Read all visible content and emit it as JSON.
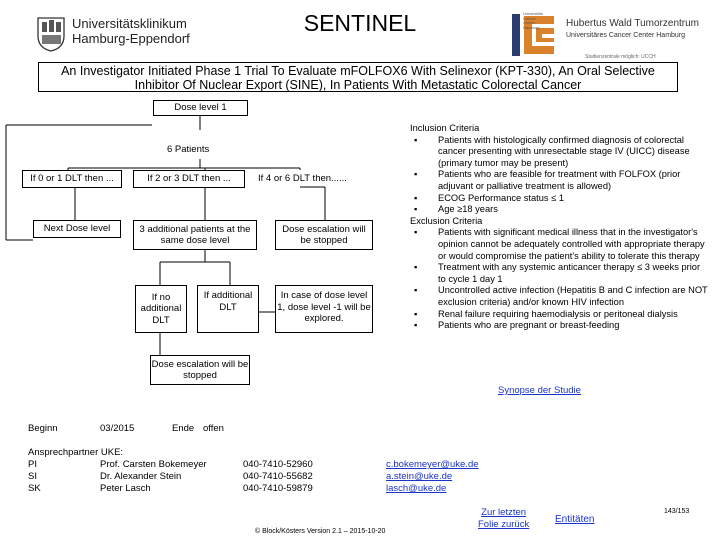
{
  "header": {
    "title": "SENTINEL",
    "left_logo_text": [
      "Universitätsklinikum",
      "Hamburg-Eppendorf"
    ],
    "right_logo_text": [
      "Hubertus Wald Tumorzentrum",
      "Universitäres Cancer Center Hamburg"
    ],
    "right_logo_small": [
      "Universitäres",
      "Cancer Center",
      "Hamburg"
    ],
    "tiny_note": "Studienzentrale möglich: UCCH",
    "subtitle": "An Investigator Initiated Phase 1 Trial To Evaluate mFOLFOX6 With Selinexor (KPT-330), An Oral Selective Inhibitor Of Nuclear Export (SINE), In Patients With Metastatic Colorectal Cancer"
  },
  "flow": {
    "dose_level": "Dose level 1",
    "six_patients": "6 Patients",
    "branch_a": "If 0 or 1 DLT then ...",
    "branch_b": "If 2 or 3 DLT then ...",
    "branch_c": "If 4 or 6 DLT then......",
    "next_dose": "Next Dose level",
    "additional": "3 additional patients at the same dose level",
    "escalation_stopped_1": "Dose escalation will be stopped",
    "if_no": "If no additional DLT",
    "if_additional": "If additional DLT",
    "in_case": "In case of dose level 1, dose level -1 will be explored.",
    "escalation_stopped_2": "Dose escalation will be stopped"
  },
  "criteria": {
    "inclusion_title": "Inclusion Criteria",
    "inclusion": [
      "Patients with histologically confirmed diagnosis of colorectal cancer presenting with unresectable stage IV (UICC) disease (primary tumor may be present)",
      "Patients who are feasible for treatment with FOLFOX (prior adjuvant or palliative treatment is allowed)",
      "ECOG Performance status ≤ 1",
      "Age ≥18 years"
    ],
    "exclusion_title": "Exclusion Criteria",
    "exclusion": [
      "Patients with significant medical illness that in the investigator's opinion cannot be adequately controlled with appropriate therapy or would compromise the patient's ability to tolerate this therapy",
      "Treatment with any systemic anticancer therapy ≤ 3 weeks prior to cycle 1 day 1",
      "Uncontrolled active infection (Hepatitis B and C infection are NOT exclusion criteria) and/or known HIV infection",
      "Renal failure requiring haemodialysis or peritoneal dialysis",
      "Patients who are pregnant or breast-feeding"
    ],
    "bullet": "▪",
    "synopsis_link": "Synopse der Studie"
  },
  "info": {
    "begin_label": "Beginn",
    "begin_value": "03/2015",
    "end_label": "Ende",
    "end_value": "offen",
    "contacts_title": "Ansprechpartner UKE:",
    "contacts": [
      {
        "role": "PI",
        "name": "Prof. Carsten Bokemeyer",
        "phone": "040-7410-52960",
        "email": "c.bokemeyer@uke.de"
      },
      {
        "role": "SI",
        "name": "Dr. Alexander Stein",
        "phone": "040-7410-55682",
        "email": "a.stein@uke.de"
      },
      {
        "role": "SK",
        "name": "Peter Lasch",
        "phone": "040-7410-59879",
        "email": "lasch@uke.de"
      }
    ]
  },
  "footer": {
    "back_link_line1": "Zur letzten",
    "back_link_line2": "Folie zurück",
    "entities_link": "Entitäten",
    "page": "143/153",
    "copyright": "© Block/Kösters Version 2.1 – 2015-10-20"
  },
  "colors": {
    "link": "#1a33c8",
    "logo_orange": "#d9822b",
    "logo_blue": "#2a3b6e"
  }
}
